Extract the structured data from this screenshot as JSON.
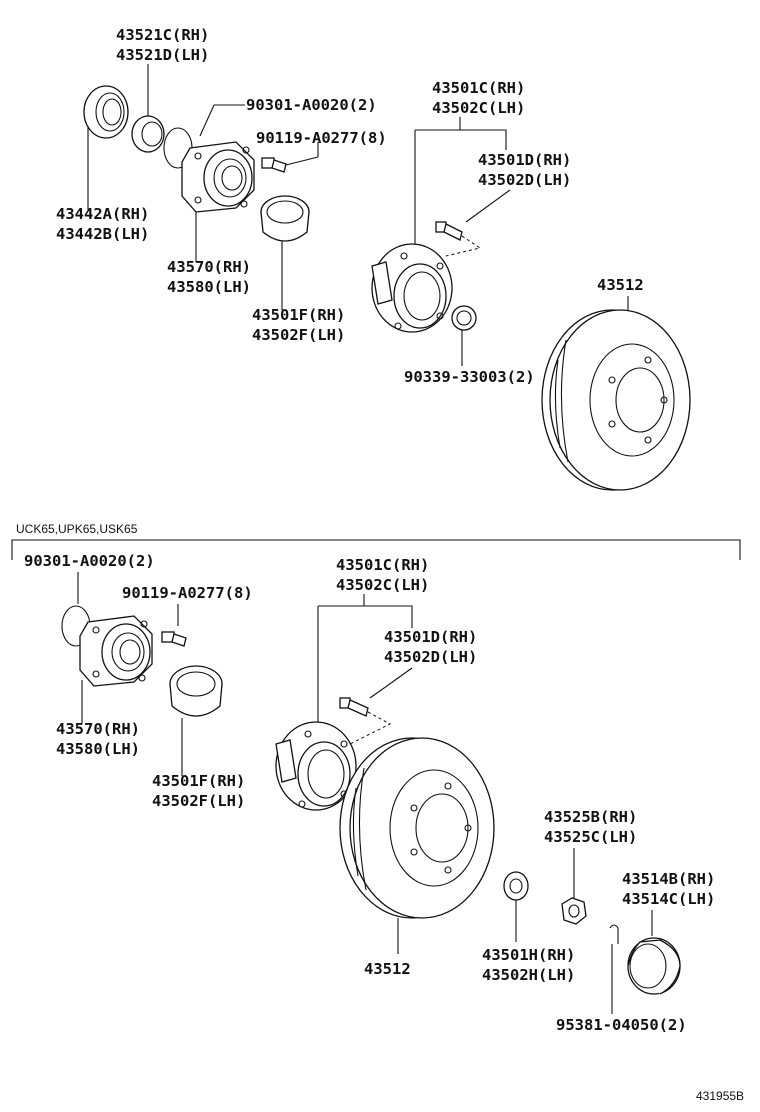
{
  "top": {
    "seal_inner": [
      "43521C(RH)",
      "43521D(LH)"
    ],
    "oring": "90301-A0020(2)",
    "bolt": "90119-A0277(8)",
    "hub_bolt_a": [
      "43501C(RH)",
      "43502C(LH)"
    ],
    "hub_bolt_b": [
      "43501D(RH)",
      "43502D(LH)"
    ],
    "seal_outer": [
      "43442A(RH)",
      "43442B(LH)"
    ],
    "bearing": [
      "43570(RH)",
      "43580(LH)"
    ],
    "cap": [
      "43501F(RH)",
      "43502F(LH)"
    ],
    "disc": "43512",
    "nut": "90339-33003(2)"
  },
  "variant_label": "UCK65,UPK65,USK65",
  "bottom": {
    "oring": "90301-A0020(2)",
    "bolt": "90119-A0277(8)",
    "hub_bolt_a": [
      "43501C(RH)",
      "43502C(LH)"
    ],
    "hub_bolt_b": [
      "43501D(RH)",
      "43502D(LH)"
    ],
    "bearing": [
      "43570(RH)",
      "43580(LH)"
    ],
    "cap": [
      "43501F(RH)",
      "43502F(LH)"
    ],
    "disc": "43512",
    "lock_nut": [
      "43525B(RH)",
      "43525C(LH)"
    ],
    "grease_cap": [
      "43514B(RH)",
      "43514C(LH)"
    ],
    "spacer": [
      "43501H(RH)",
      "43502H(LH)"
    ],
    "cotter_pin": "95381-04050(2)"
  },
  "diagram_id": "431955B"
}
